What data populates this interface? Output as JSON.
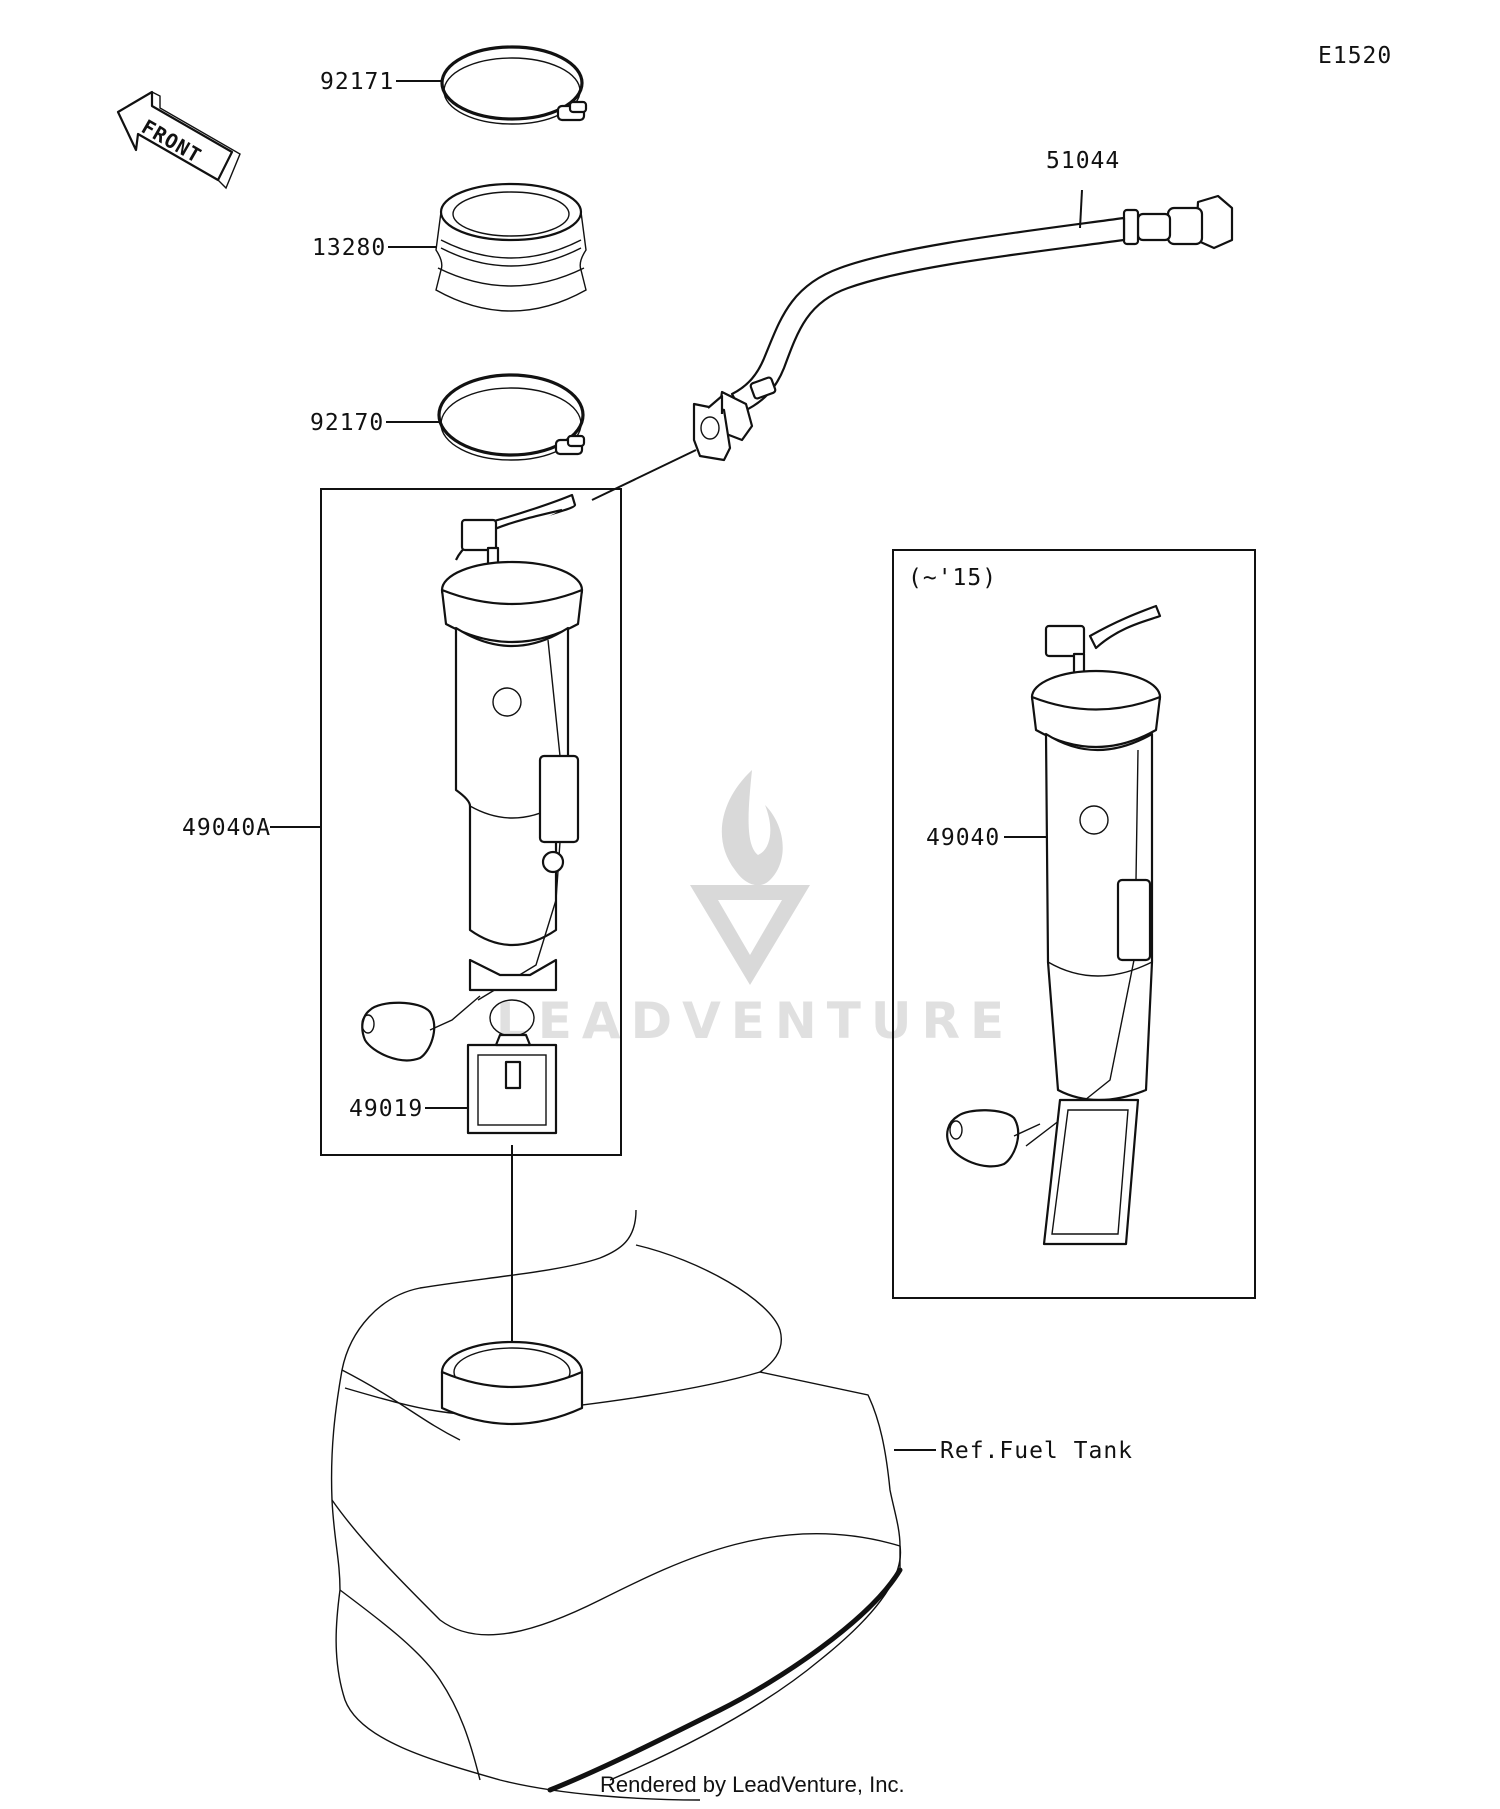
{
  "diagram": {
    "code": "E1520",
    "front_label": "FRONT",
    "variant_note": "(~'15)",
    "parts": [
      {
        "number": "92171"
      },
      {
        "number": "13280"
      },
      {
        "number": "92170"
      },
      {
        "number": "51044"
      },
      {
        "number": "49040A"
      },
      {
        "number": "49019"
      },
      {
        "number": "49040"
      }
    ],
    "reference": "Ref.Fuel Tank",
    "watermark": "LEADVENTURE"
  },
  "footer": {
    "credit": "Rendered by LeadVenture, Inc."
  }
}
